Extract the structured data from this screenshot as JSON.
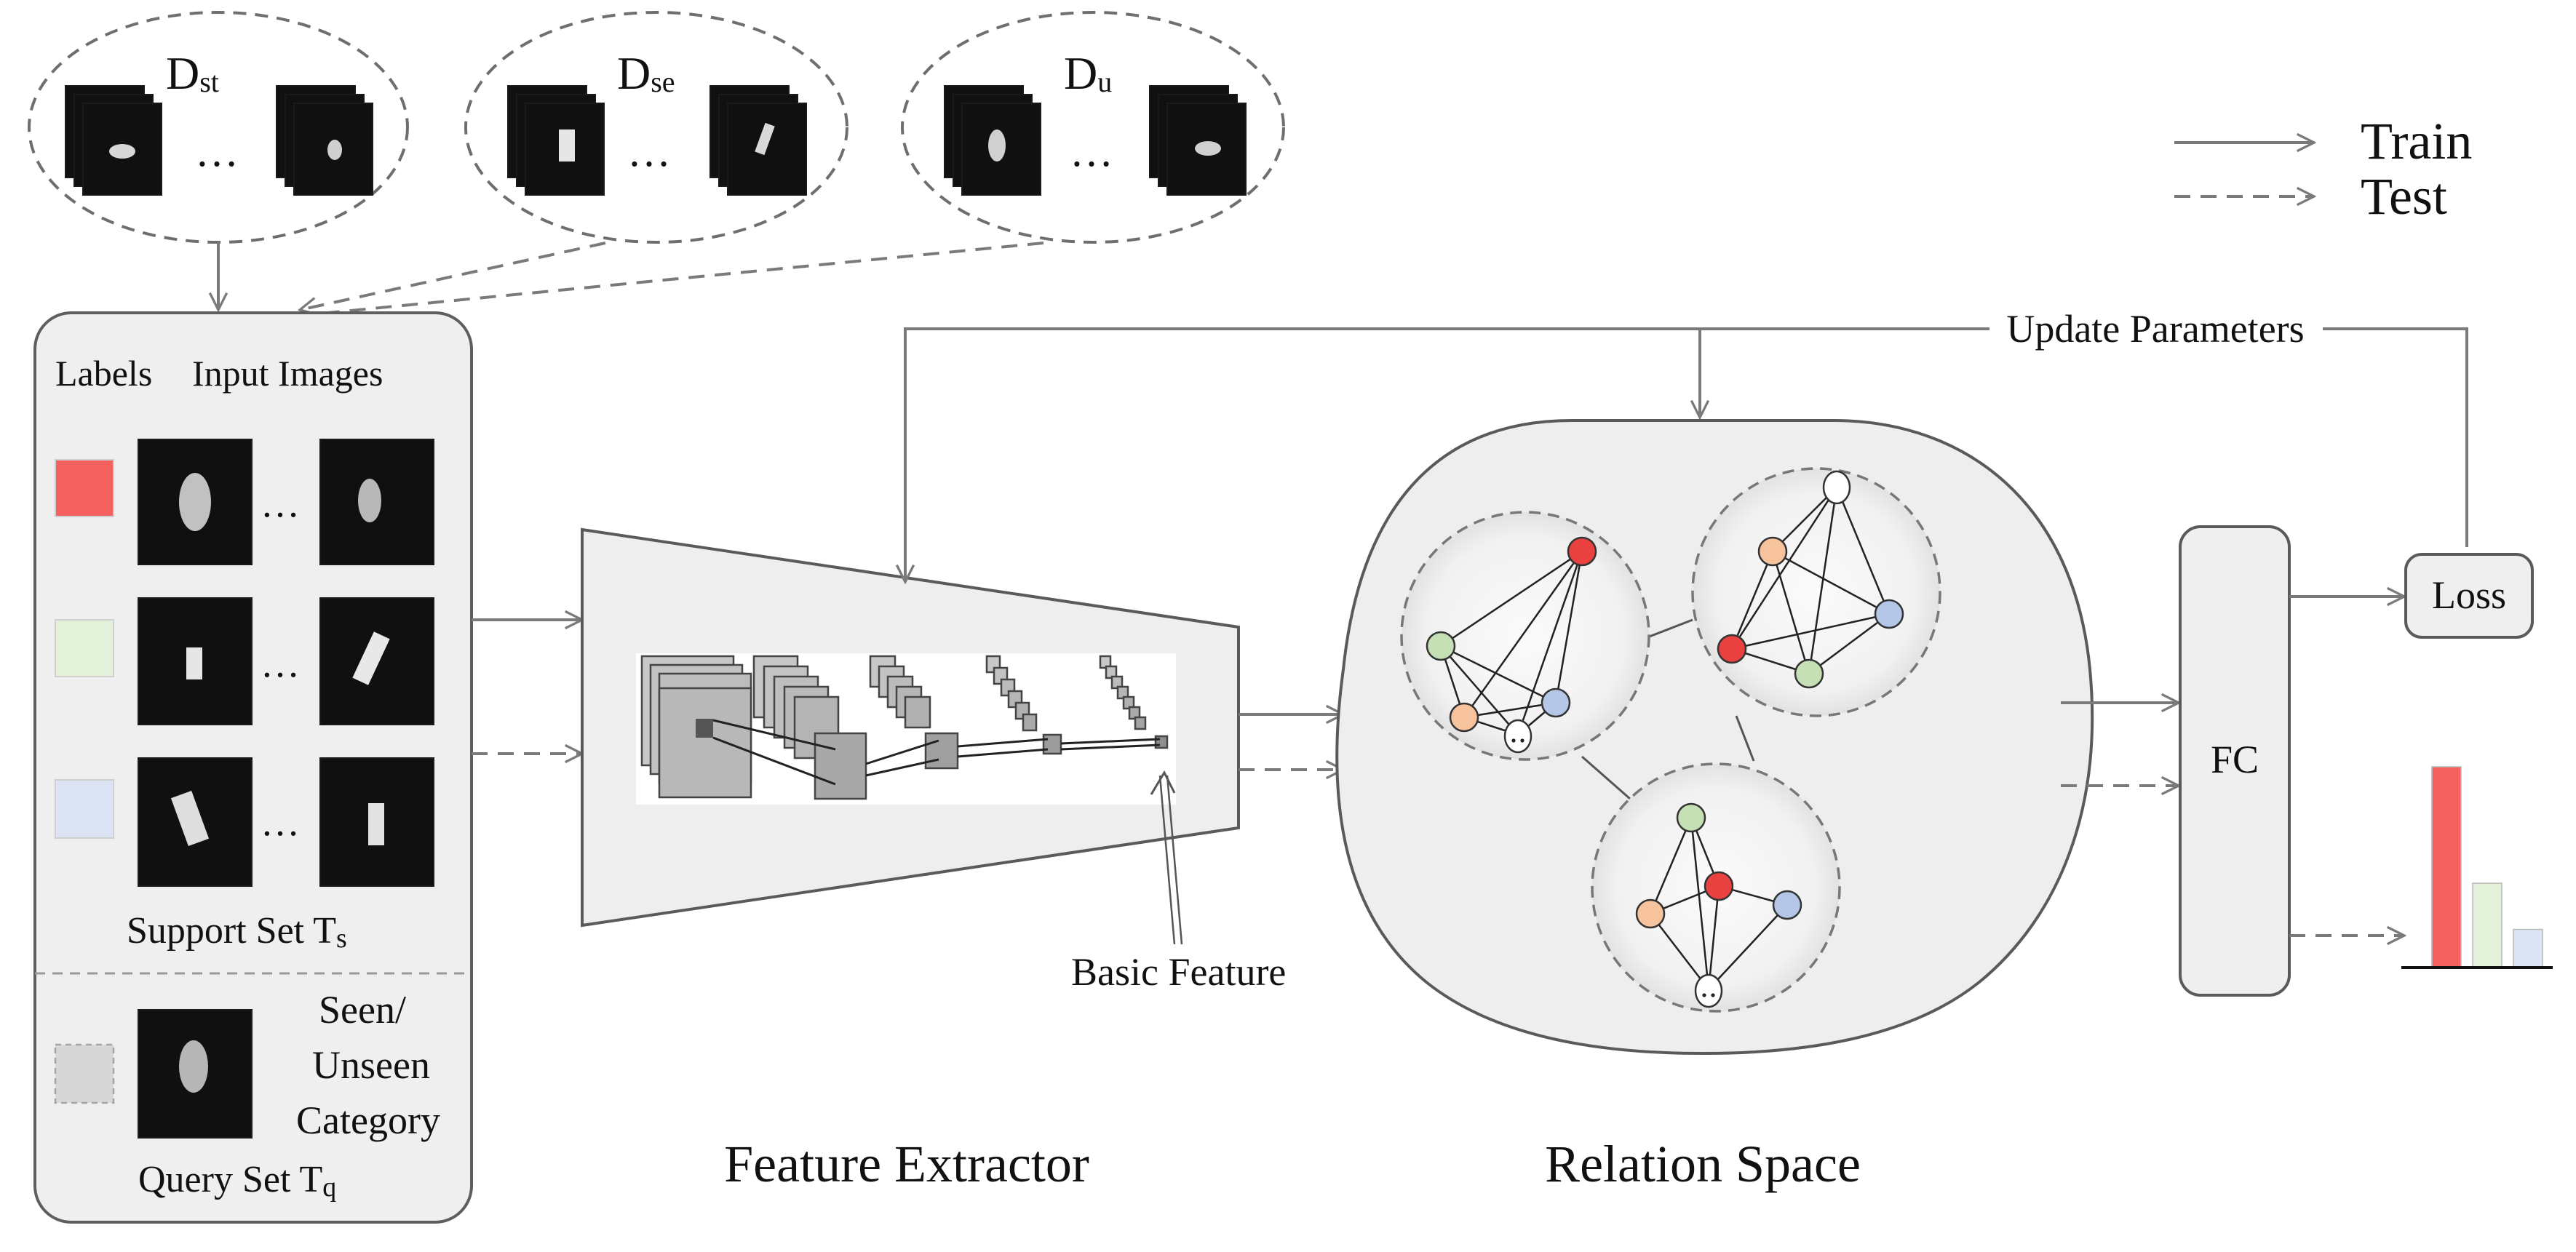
{
  "domains": [
    {
      "id": "st",
      "main": "D",
      "sub": "st"
    },
    {
      "id": "se",
      "main": "D",
      "sub": "se"
    },
    {
      "id": "u",
      "main": "D",
      "sub": "u"
    }
  ],
  "ellipsis": "…",
  "legend": {
    "train": "Train",
    "test": "Test"
  },
  "left_panel": {
    "labels_header": "Labels",
    "images_header": "Input Images",
    "support_label": "Support Set T",
    "support_sub": "s",
    "query_label": "Query Set T",
    "query_sub": "q",
    "category_lines": [
      "Seen/",
      "Unseen",
      "Category"
    ]
  },
  "label_colors": {
    "red": "#f4615f",
    "green": "#e3f0da",
    "blue": "#dbe3f4",
    "query": "#d7d7d7"
  },
  "node_colors": {
    "red": "#e9413f",
    "orange": "#f6c39d",
    "green": "#c5e0b4",
    "blue": "#b4c7e7",
    "white": "#ffffff"
  },
  "update_label": "Update Parameters",
  "basic_feature_label": "Basic Feature",
  "feature_extractor_title": "Feature Extractor",
  "relation_space_title": "Relation Space",
  "fc_label": "FC",
  "loss_label": "Loss",
  "output_bars": {
    "colors": [
      "#f4615f",
      "#e3f0da",
      "#dbe3f4"
    ],
    "values": [
      1.0,
      0.42,
      0.19
    ]
  }
}
